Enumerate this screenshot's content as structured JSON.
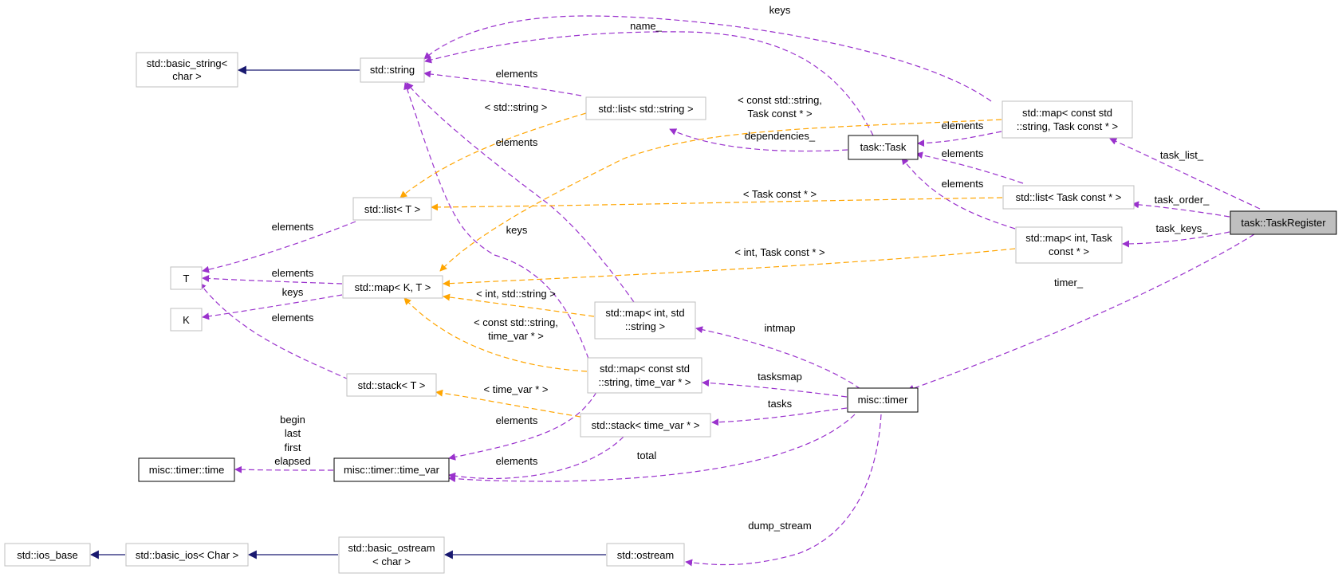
{
  "nodes": {
    "std_basic_string_char": [
      "std::basic_string<",
      "char >"
    ],
    "std_string": [
      "std::string"
    ],
    "std_list_string": [
      "std::list< std::string >"
    ],
    "std_map_string_task": [
      "std::map< const std",
      "::string, Task const * >"
    ],
    "task_task": [
      "task::Task"
    ],
    "std_list_task": [
      "std::list< Task const * >"
    ],
    "task_taskregister": [
      "task::TaskRegister"
    ],
    "std_map_int_task": [
      "std::map< int, Task",
      "const * >"
    ],
    "std_list_t": [
      "std::list< T >"
    ],
    "t": [
      "T"
    ],
    "std_map_k_t": [
      "std::map< K, T >"
    ],
    "k": [
      "K"
    ],
    "std_map_int_string": [
      "std::map< int, std",
      "::string >"
    ],
    "std_stack_t": [
      "std::stack< T >"
    ],
    "std_map_string_timevar": [
      "std::map< const std",
      "::string, time_var * >"
    ],
    "misc_timer": [
      "misc::timer"
    ],
    "std_stack_timevar": [
      "std::stack< time_var * >"
    ],
    "misc_timer_time": [
      "misc::timer::time"
    ],
    "misc_timer_timevar": [
      "misc::timer::time_var"
    ],
    "std_ios_base": [
      "std::ios_base"
    ],
    "std_basic_ios_char": [
      "std::basic_ios< Char >"
    ],
    "std_basic_ostream_char": [
      "std::basic_ostream",
      "< char >"
    ],
    "std_ostream": [
      "std::ostream"
    ]
  },
  "labels": {
    "keys_top": "keys",
    "name_": "name_",
    "elements_liststring": "elements",
    "lt_stdstring": "< std::string >",
    "const_string_task_1": "< const std::string,",
    "const_string_task_2": "Task const * >",
    "elements_maptask": "elements",
    "dependencies_": "dependencies_",
    "elements_mid": "elements",
    "task_list_": "task_list_",
    "elements_listtask": "elements",
    "elements_mapinttask": "elements",
    "lt_task_const": "< Task const * >",
    "task_order_": "task_order_",
    "task_keys_": "task_keys_",
    "elements_listT": "elements",
    "keys_mid": "keys",
    "int_task_const": "< int, Task const * >",
    "elements_mapKT": "elements",
    "keys_K": "keys",
    "int_stdstring": "< int, std::string >",
    "timer_": "timer_",
    "elements_stackT": "elements",
    "const_string_timevar_1": "< const std::string,",
    "const_string_timevar_2": "time_var * >",
    "intmap": "intmap",
    "tasksmap": "tasksmap",
    "lt_timevar": "< time_var * >",
    "tasks": "tasks",
    "begin": "begin",
    "last": "last",
    "first": "first",
    "elapsed": "elapsed",
    "elements_timevar_map": "elements",
    "elements_timevar_stack": "elements",
    "total": "total",
    "dump_stream": "dump_stream"
  },
  "colors": {
    "usage_edge": "#9a32cd",
    "template_edge": "#ffa500",
    "inheritance_edge": "#191970",
    "focus_fill": "#bfbfbf"
  }
}
